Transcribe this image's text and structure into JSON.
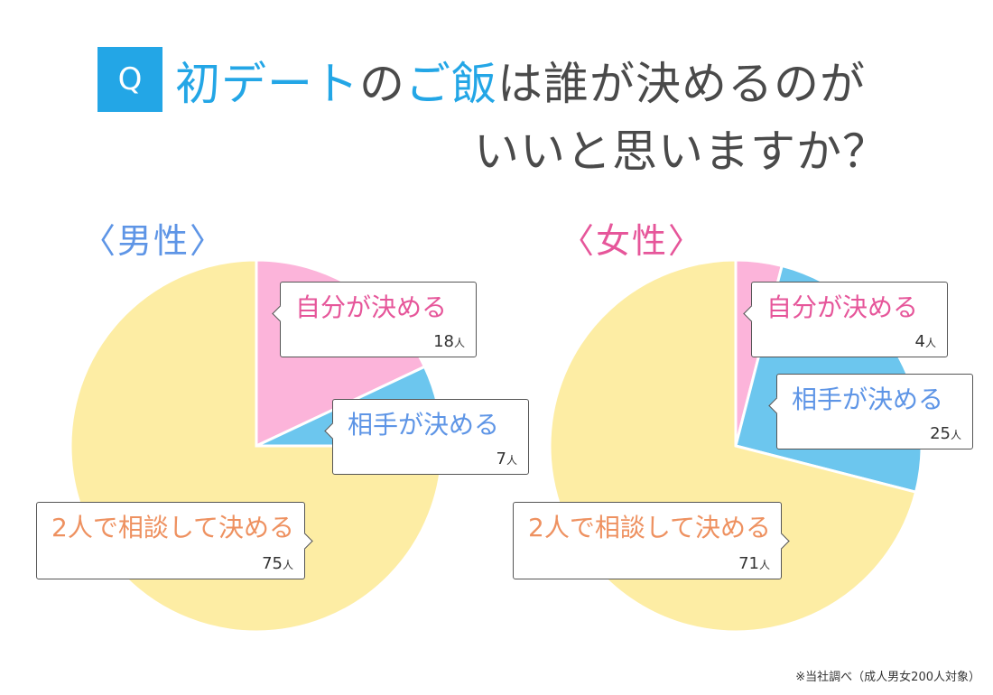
{
  "question": {
    "badge": "Q",
    "title_part_blue_1": "初デート",
    "title_part_dark_1": "の",
    "title_part_blue_2": "ご飯",
    "title_part_dark_2": "は誰が決めるのが",
    "title_line2": "いいと思いますか？"
  },
  "note": "※当社調べ（成人男女200人対象）",
  "colors": {
    "pink": "#fcb4da",
    "blue": "#6cc6ee",
    "yellow": "#fdeda4",
    "accent": "#23a6e6"
  },
  "chart_data": [
    {
      "type": "pie",
      "title": "〈男性〉",
      "categories": [
        "自分が決める",
        "相手が決める",
        "2人で相談して決める"
      ],
      "values": [
        18,
        7,
        75
      ],
      "unit": "人",
      "value_labels": [
        "18",
        "7",
        "75"
      ]
    },
    {
      "type": "pie",
      "title": "〈女性〉",
      "categories": [
        "自分が決める",
        "相手が決める",
        "2人で相談して決める"
      ],
      "values": [
        4,
        25,
        71
      ],
      "unit": "人",
      "value_labels": [
        "4",
        "25",
        "71"
      ]
    }
  ]
}
